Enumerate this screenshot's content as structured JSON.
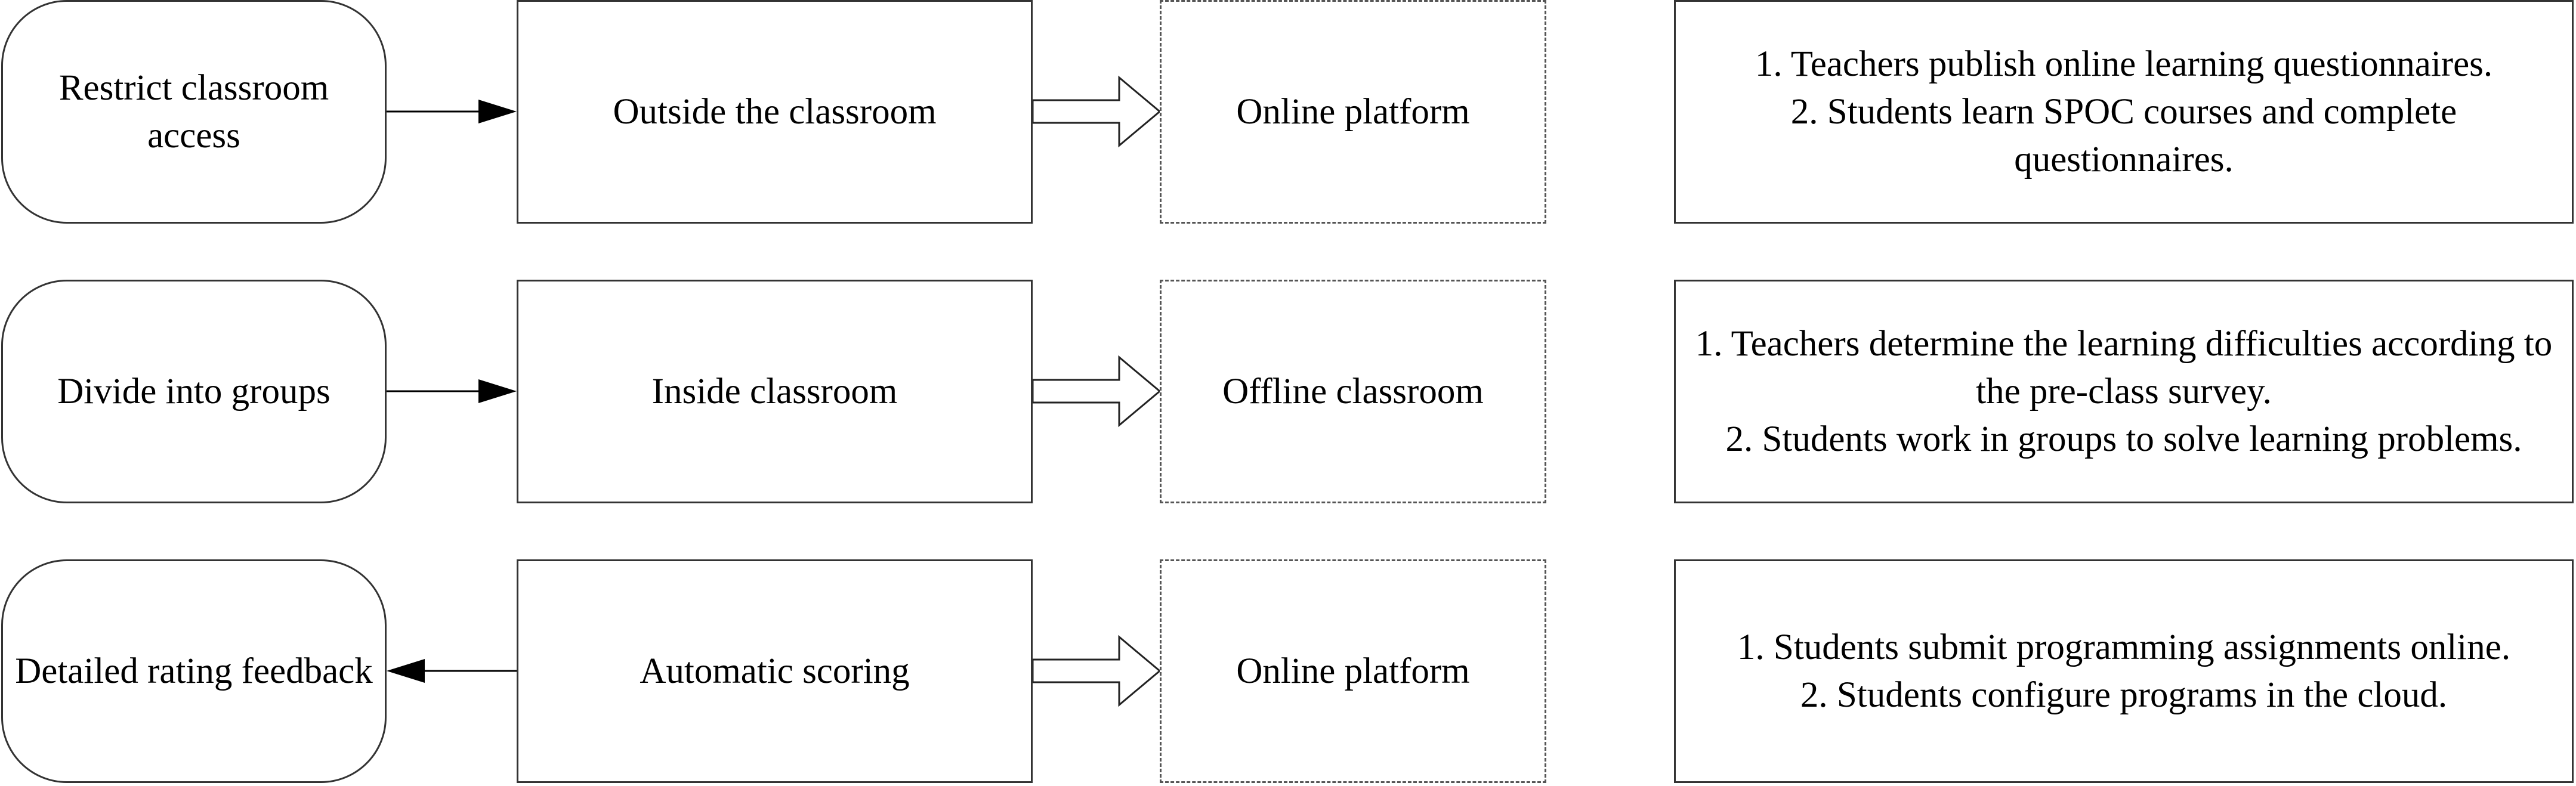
{
  "rows": [
    {
      "left_label": "Restrict classroom access",
      "middle_label": "Outside the classroom",
      "connector_direction": "right",
      "platform_label": "Online platform",
      "details": [
        "1. Teachers publish online learning questionnaires.",
        "2. Students learn SPOC courses and complete questionnaires."
      ]
    },
    {
      "left_label": "Divide into groups",
      "middle_label": "Inside classroom",
      "connector_direction": "right",
      "platform_label": "Offline classroom",
      "details": [
        "1. Teachers determine the learning difficulties according to the pre-class survey.",
        "2. Students work in groups to solve learning problems."
      ]
    },
    {
      "left_label": "Detailed rating feedback",
      "middle_label": "Automatic scoring",
      "connector_direction": "left",
      "platform_label": "Online platform",
      "details": [
        "1. Students submit programming assignments online.",
        "2. Students configure programs in the cloud."
      ]
    }
  ]
}
